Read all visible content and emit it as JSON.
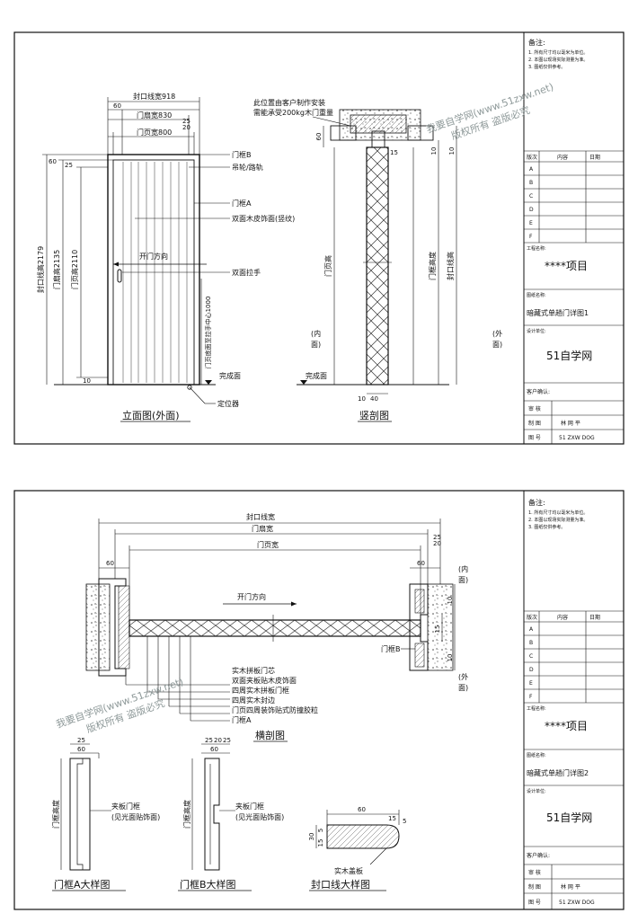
{
  "sheet1": {
    "elevation": {
      "frame_width": "封口线宽918",
      "leaf_width": "门扇宽830",
      "clear_width": "门页宽800",
      "d60": "60",
      "d25": "25",
      "d20": "20",
      "left_h1": "封口线高2179",
      "left_h2": "门扇高2135",
      "left_h3": "门页高2110",
      "left_60": "60",
      "left_25": "25",
      "left_10": "10",
      "handle_center": "门页底面至拉手中心1000",
      "label_frame_b": "门框B",
      "label_hinge": "吊轮/路轨",
      "label_frame_a": "门框A",
      "label_veneer": "双面木皮饰面(竖纹)",
      "label_open": "开门方向",
      "label_handle": "双面拉手",
      "label_floor": "完成面",
      "label_locator": "定位器",
      "title": "立面图(外面)"
    },
    "section": {
      "note1": "此位置由客户制作安装",
      "note2": "需能承受200kg木门重量",
      "d60": "60",
      "d15": "15",
      "d10a": "10",
      "d10b": "10",
      "d40": "40",
      "d10c": "10",
      "h_leaf": "门页高",
      "h_frame": "门框高度",
      "h_close": "封口线高",
      "inside1": "(内",
      "inside2": "面)",
      "outside1": "(外",
      "outside2": "面)",
      "floor": "完成面",
      "title": "竖剖图"
    },
    "titleblock": {
      "notes_title": "备注:",
      "note1": "1. 所有尺寸均以毫米为单位。",
      "note2": "2. 本图以现场实际测量为准。",
      "note3": "3. 图纸仅供参考。",
      "rev_label": "版次",
      "rev_content": "内容",
      "rev_date": "日期",
      "rev_rows": [
        "A",
        "B",
        "C",
        "D",
        "E",
        "F"
      ],
      "company_label": "工程名称:",
      "project": "****项目",
      "drawing_label": "图纸名称:",
      "drawing_name": "暗藏式单趟门详图1",
      "design_label": "设计单位:",
      "designer": "51自学网",
      "client_label": "客户确认:",
      "review_label": "审  核",
      "draw_label": "制  图",
      "draw_name": "林 网 平",
      "num_label": "图 号",
      "num_value": "51 ZXW DOG"
    }
  },
  "sheet2": {
    "plan": {
      "w_close": "封口线宽",
      "w_leaf": "门扇宽",
      "w_clear": "门页宽",
      "d60l": "60",
      "d60r": "60",
      "d25": "25",
      "d20": "20",
      "d10a": "10",
      "d10b": "10",
      "d15": "15",
      "inside1": "(内",
      "inside2": "面)",
      "outside1": "(外",
      "outside2": "面)",
      "label_open": "开门方向",
      "label_frame_b": "门框B",
      "leader1": "实木拼板门芯",
      "leader2": "双面夹板贴木皮饰面",
      "leader3": "四周实木拼板门框",
      "leader4": "四周实木封边",
      "leader5": "门页四周装饰贴式防撞胶粒",
      "leader6": "门框A",
      "title": "横剖图"
    },
    "details": {
      "a_d25": "25",
      "a_d60": "60",
      "a_h": "门框高度",
      "a_label1": "夹板门框",
      "a_label2": "(见光面贴饰面)",
      "a_title": "门框A大样图",
      "b_d25a": "25",
      "b_d20": "20",
      "b_d25b": "25",
      "b_d60": "60",
      "b_h": "门框高度",
      "b_label1": "夹板门框",
      "b_label2": "(见光面贴饰面)",
      "b_title": "门框B大样图",
      "c_d60": "60",
      "c_d15": "15",
      "c_d5": "5",
      "c_d30": "30",
      "c_d15b": "15",
      "c_d5b": "5",
      "c_label": "实木盖板",
      "c_title": "封口线大样图"
    },
    "titleblock": {
      "notes_title": "备注:",
      "note1": "1. 所有尺寸均以毫米为单位。",
      "note2": "2. 本图以现场实际测量为准。",
      "note3": "3. 图纸仅供参考。",
      "rev_label": "版次",
      "rev_content": "内容",
      "rev_date": "日期",
      "rev_rows": [
        "A",
        "B",
        "C",
        "D",
        "E",
        "F"
      ],
      "company_label": "工程名称:",
      "project": "****项目",
      "drawing_label": "图纸名称:",
      "drawing_name": "暗藏式单趟门详图2",
      "design_label": "设计单位:",
      "designer": "51自学网",
      "client_label": "客户确认:",
      "review_label": "审  核",
      "draw_label": "制  图",
      "draw_name": "林 网 平",
      "num_label": "图 号",
      "num_value": "51 ZXW DOG"
    }
  },
  "watermark1": {
    "line1": "我要自学网(www.51zxw.net)",
    "line2": "版权所有 盗版必究"
  },
  "watermark2": {
    "line1": "我要自学网(www.51zxw.net)",
    "line2": "版权所有 盗版必究"
  }
}
